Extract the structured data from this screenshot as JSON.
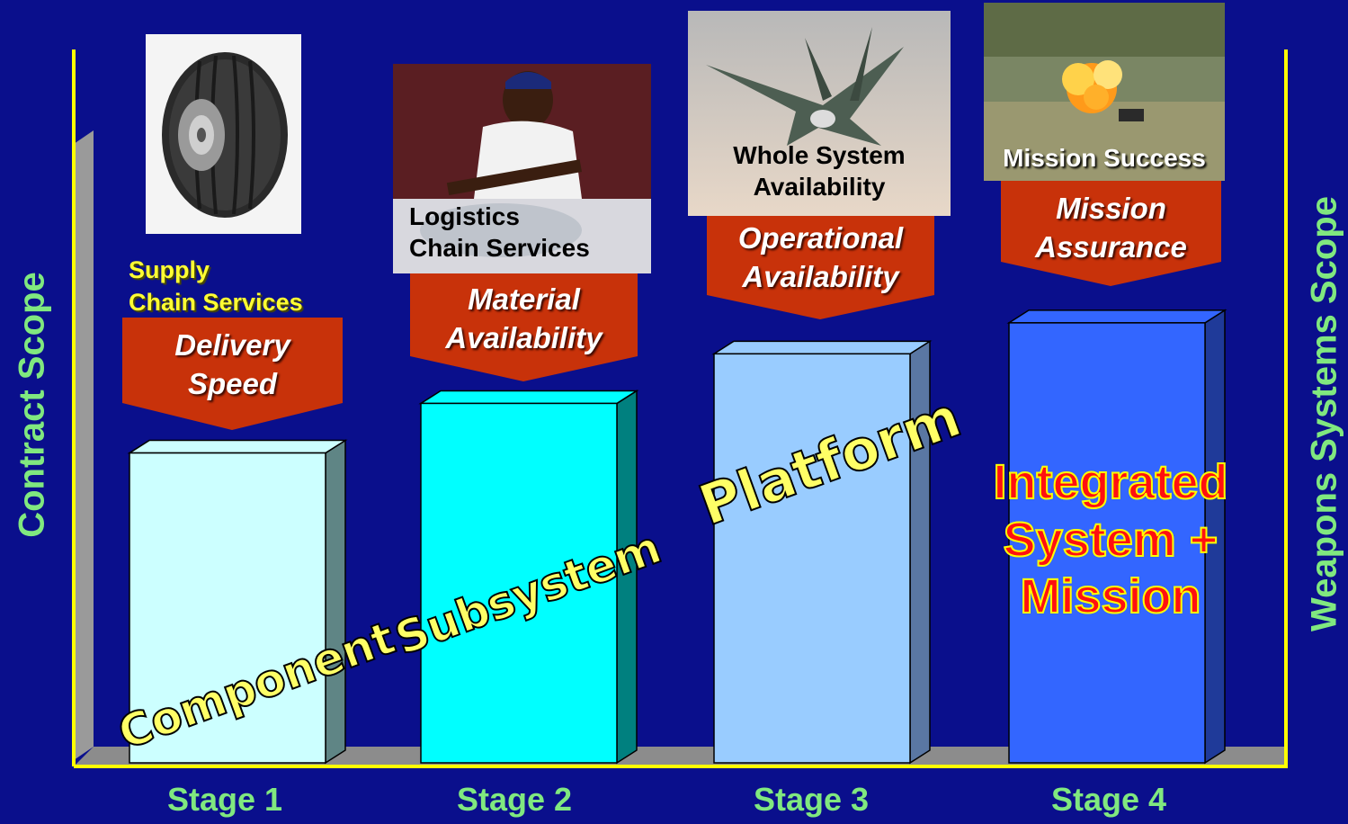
{
  "left_axis_title": "Contract Scope",
  "right_axis_title": "Weapons Systems Scope",
  "chart_data": {
    "type": "bar",
    "categories": [
      "Stage 1",
      "Stage 2",
      "Stage 3",
      "Stage 4"
    ],
    "values": [
      1.0,
      1.16,
      1.32,
      1.42
    ],
    "ylim": [
      0,
      1.8
    ],
    "xlabel": "",
    "ylabel": "Contract Scope",
    "colors": [
      "#ccffff",
      "#00ffff",
      "#99ccff",
      "#3366ff"
    ],
    "side_colors": [
      "#5f8585",
      "#00807f",
      "#5a77a3",
      "#1f3a99"
    ]
  },
  "stages": [
    {
      "label": "Stage 1",
      "metric": [
        "Delivery",
        "Speed"
      ],
      "services": [
        "Supply",
        "Chain Services"
      ],
      "scope": "Component"
    },
    {
      "label": "Stage 2",
      "metric": [
        "Material",
        "Availability"
      ],
      "photo_caption": [
        "Logistics",
        "Chain Services"
      ],
      "scope": "Subsystem"
    },
    {
      "label": "Stage 3",
      "metric": [
        "Operational",
        "Availability"
      ],
      "photo_caption": [
        "Whole System",
        "Availability"
      ],
      "scope": "Platform"
    },
    {
      "label": "Stage 4",
      "metric": [
        "Mission",
        "Assurance"
      ],
      "photo_caption": [
        "Mission Success"
      ],
      "scope": [
        "Integrated",
        "System +",
        "Mission"
      ]
    }
  ],
  "colors": {
    "background": "#0a0f8c",
    "axis": "#ffff00",
    "label_green": "#80e87f",
    "banner_red": "#c8320a",
    "scope_yellow": "#ffff66",
    "integrated_red": "#ff1010"
  },
  "icons": [
    "tire-photo",
    "worker-photo",
    "fighter-jet-photo",
    "explosion-photo"
  ]
}
